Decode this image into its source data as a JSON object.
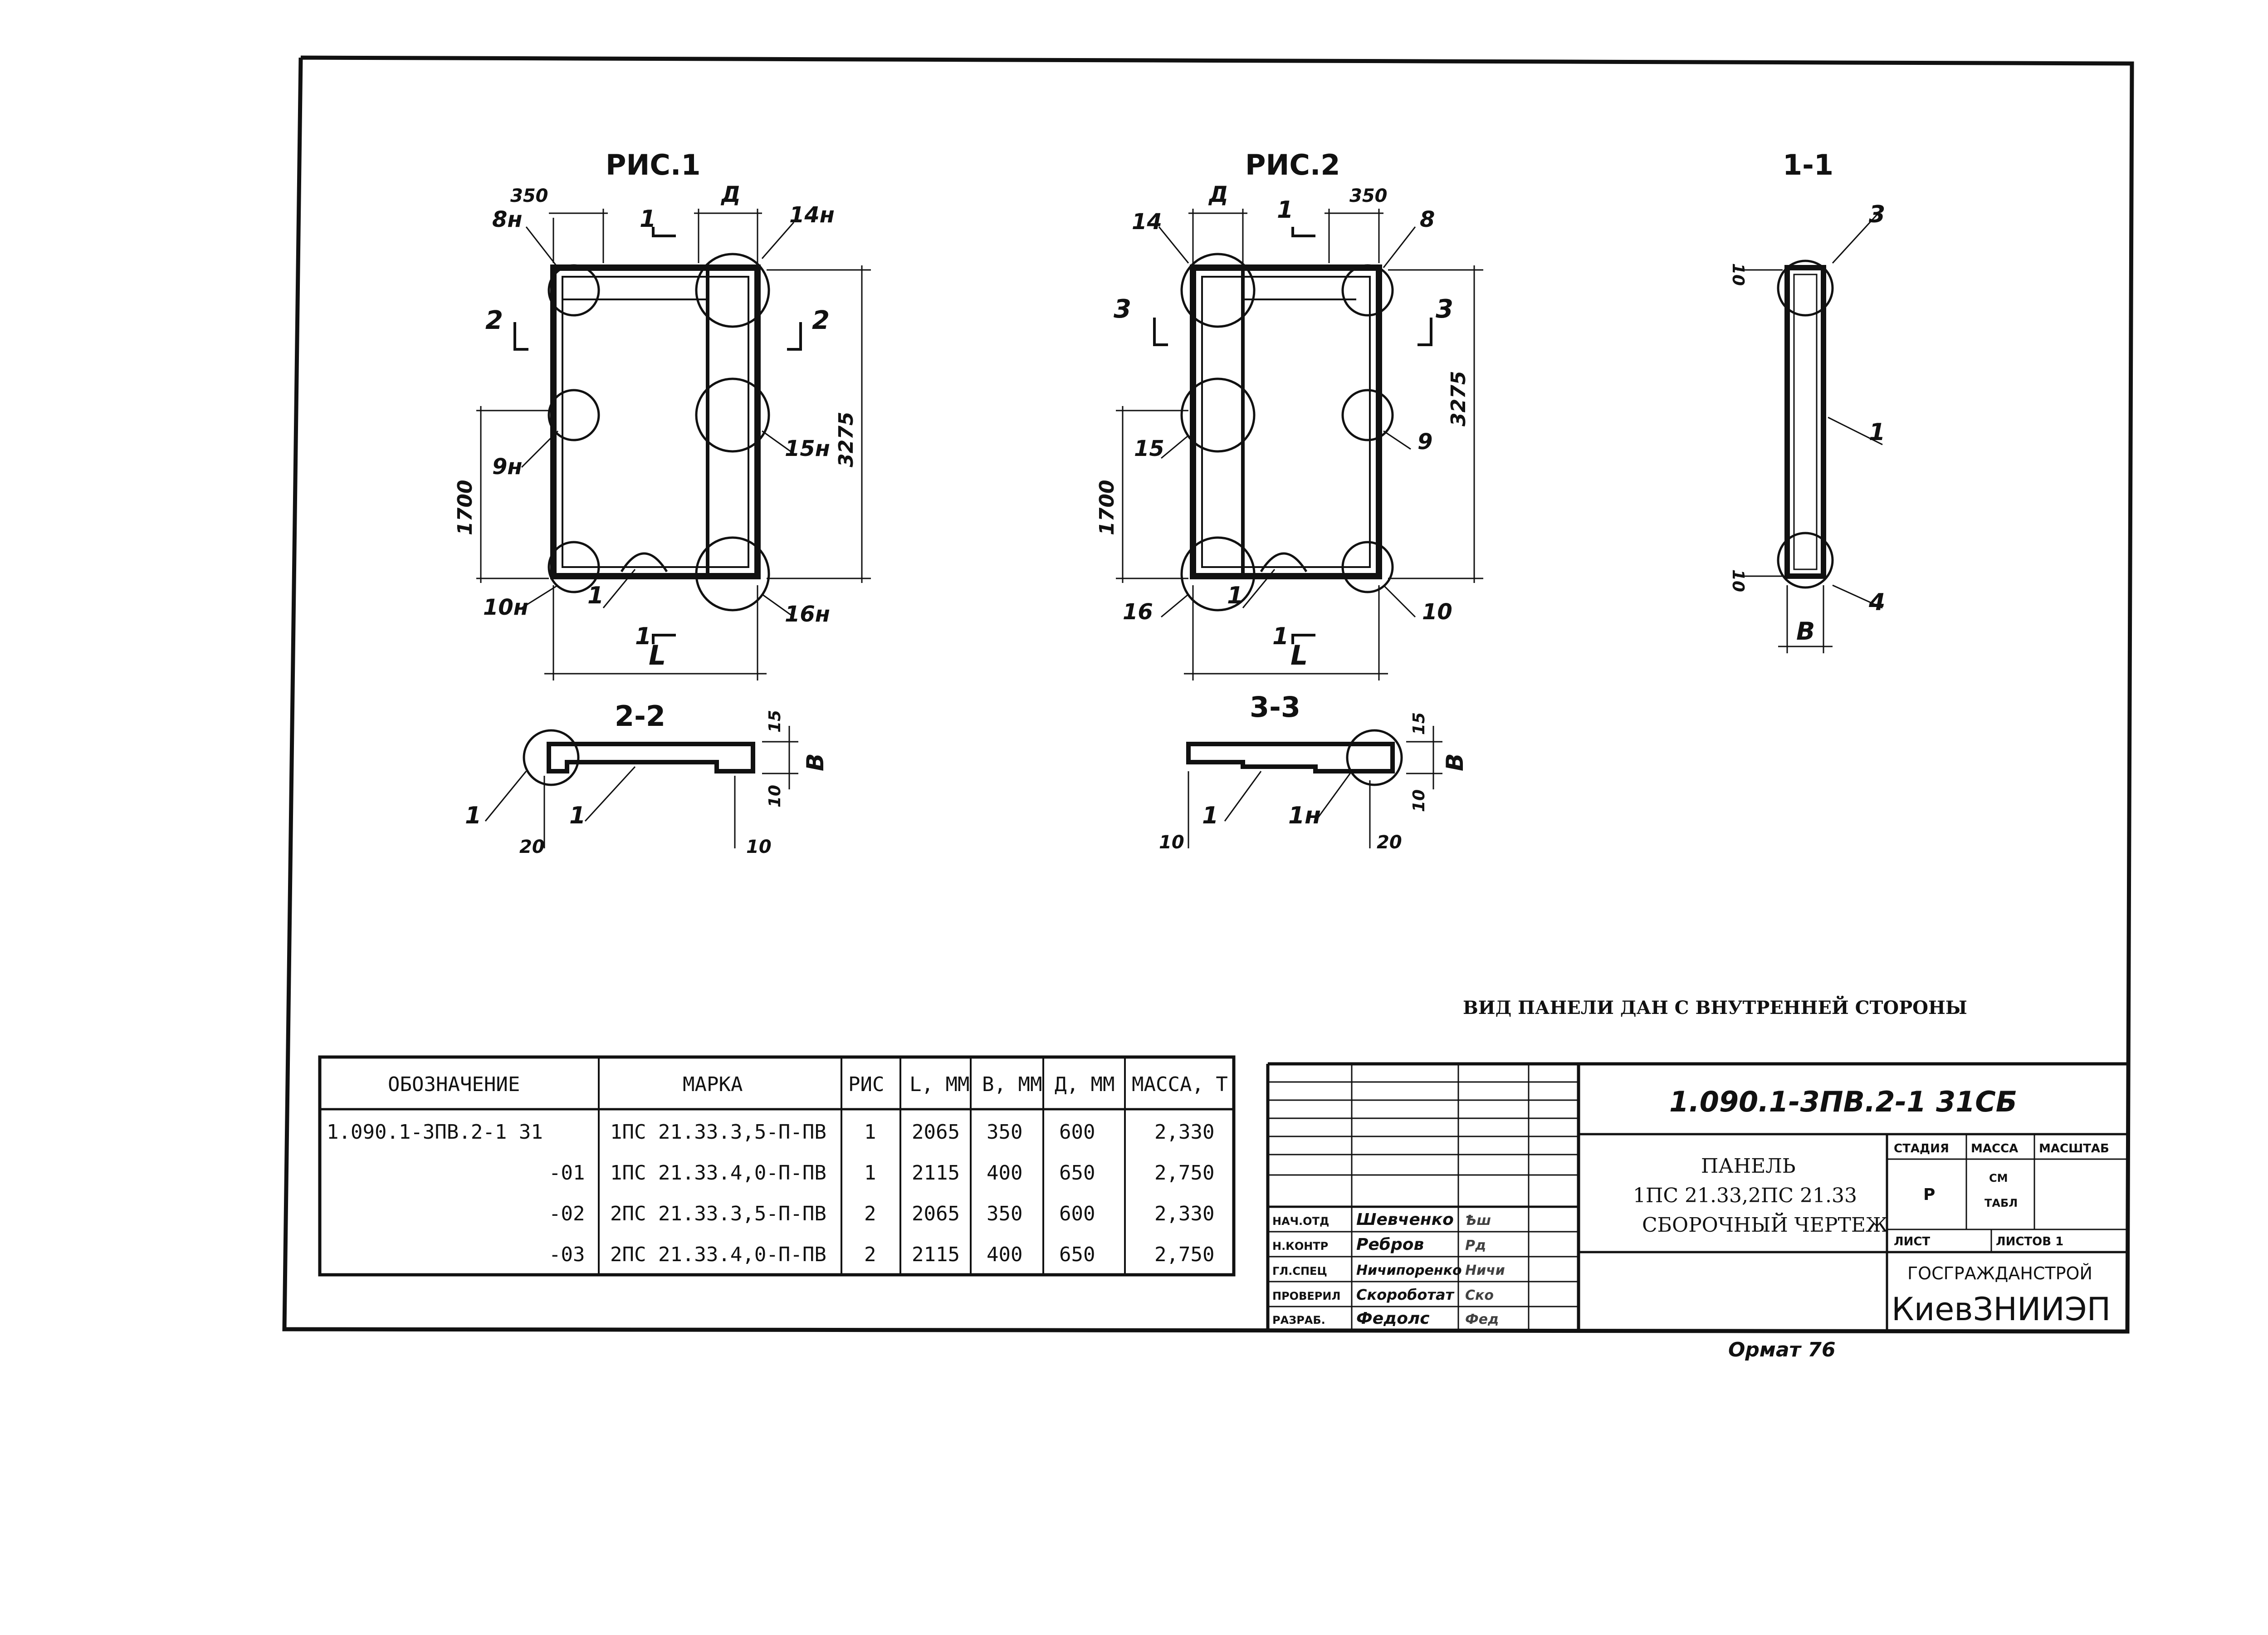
{
  "figures": {
    "fig1": {
      "title": "РИС.1",
      "labels": {
        "d350": "350",
        "dA": "Д",
        "c8": "8н",
        "c14": "14н",
        "s2l": "2",
        "s2r": "2",
        "c9": "9н",
        "c15": "15н",
        "c10": "10н",
        "c16": "16н",
        "p1": "1",
        "d1700": "1700",
        "d3275": "3275",
        "s1t": "1",
        "s1b": "1",
        "L": "L"
      }
    },
    "fig2": {
      "title": "РИС.2",
      "labels": {
        "dA": "Д",
        "d350": "350",
        "c14": "14",
        "c8": "8",
        "s3l": "3",
        "s3r": "3",
        "c15": "15",
        "c9": "9",
        "c16": "16",
        "c10": "10",
        "p1": "1",
        "d1700": "1700",
        "d3275": "3275",
        "s1t": "1",
        "s1b": "1",
        "L": "L"
      }
    },
    "sec11": {
      "title": "1-1",
      "labels": {
        "p3": "3",
        "p1": "1",
        "p4": "4",
        "d10t": "10",
        "d10b": "10",
        "B": "В"
      }
    },
    "sec22": {
      "title": "2-2",
      "labels": {
        "p1a": "1",
        "p1b": "1",
        "d15": "15",
        "d10": "10",
        "B": "В",
        "d20": "20",
        "d10b": "10"
      }
    },
    "sec33": {
      "title": "3-3",
      "labels": {
        "p1": "1",
        "p1n": "1н",
        "d15": "15",
        "d10": "10",
        "B": "В",
        "d10l": "10",
        "d20": "20"
      }
    }
  },
  "note": "ВИД ПАНЕЛИ ДАН С ВНУТРЕННЕЙ СТОРОНЫ",
  "spec": {
    "headers": [
      "ОБОЗНАЧЕНИЕ",
      "МАРКА",
      "РИС",
      "L, ММ",
      "В, ММ",
      "Д, ММ",
      "МАССА, Т"
    ],
    "rows": [
      [
        "1.090.1-3ПВ.2-1 31",
        "1ПС 21.33.3,5-П-ПВ",
        "1",
        "2065",
        "350",
        "600",
        "2,330"
      ],
      [
        "-01",
        "1ПС 21.33.4,0-П-ПВ",
        "1",
        "2115",
        "400",
        "650",
        "2,750"
      ],
      [
        "-02",
        "2ПС 21.33.3,5-П-ПВ",
        "2",
        "2065",
        "350",
        "600",
        "2,330"
      ],
      [
        "-03",
        "2ПС 21.33.4,0-П-ПВ",
        "2",
        "2115",
        "400",
        "650",
        "2,750"
      ]
    ]
  },
  "titleblock": {
    "code": "1.090.1-3ПВ.2-1 31СБ",
    "title_lines": [
      "ПАНЕЛЬ",
      "1ПС 21.33,2ПС 21.33",
      "СБОРОЧНЫЙ ЧЕРТЕЖ"
    ],
    "stage_header": "СТАДИЯ",
    "mass_header": "МАССА",
    "scale_header": "МАСШТАБ",
    "stage_value": "Р",
    "mass_value": "СМ\nТАБЛ",
    "sheet_label": "ЛИСТ",
    "sheets_label": "ЛИСТОВ 1",
    "org_line1": "ГОСГРАЖДАНСТРОЙ",
    "org_line2": "КиевЗНИИЭП",
    "people": [
      {
        "role": "НАЧ.ОТД",
        "name": "Шевченко",
        "sign": "Ѣш"
      },
      {
        "role": "Н.КОНТР",
        "name": "Ребров",
        "sign": "Рд"
      },
      {
        "role": "ГЛ.СПЕЦ",
        "name": "Ничипоренко",
        "sign": "Ничи"
      },
      {
        "role": "ПРОВЕРИЛ",
        "name": "Скороботат",
        "sign": "Ско"
      },
      {
        "role": "РАЗРАБ.",
        "name": "Федолс",
        "sign": "Фед"
      }
    ]
  },
  "footer": "Ормат 76",
  "colors": {
    "ink": "#111111",
    "paper": "#ffffff"
  }
}
